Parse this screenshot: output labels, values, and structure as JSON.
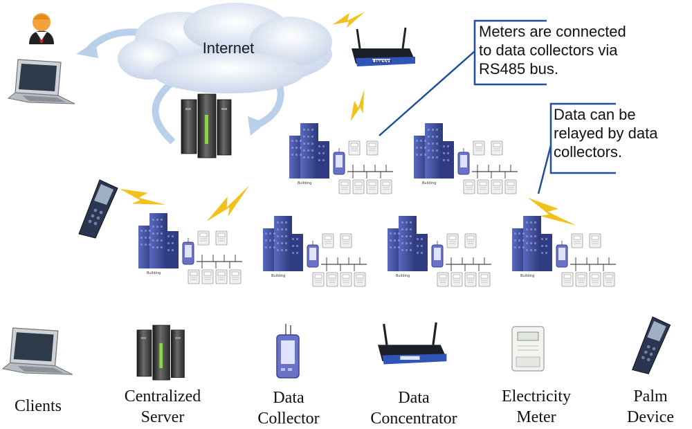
{
  "cloud": {
    "label": "Internet"
  },
  "callouts": [
    {
      "id": "meters",
      "text": "Meters are connected\nto data collectors via\nRS485 bus."
    },
    {
      "id": "relay",
      "text": "Data can be\nrelayed by data\ncollectors."
    }
  ],
  "legend": [
    {
      "icon": "laptop-icon",
      "label": "Clients"
    },
    {
      "icon": "server-icon",
      "label": "Centralized\nServer"
    },
    {
      "icon": "data-collector-icon",
      "label": "Data\nCollector"
    },
    {
      "icon": "router-icon",
      "label": "Data\nConcentrator"
    },
    {
      "icon": "electricity-meter-icon",
      "label": "Electricity\nMeter"
    },
    {
      "icon": "palm-device-icon",
      "label": "Palm\nDevice"
    }
  ],
  "building_caption": "Building",
  "router_brand": "LINKSYS",
  "colors": {
    "building": "#3b4a9c",
    "building_dark": "#25306e",
    "arrow": "#b9d0ea",
    "lightning": "#f2c21c",
    "callout_line": "#1f4e9a",
    "cloud": "#dfe7f3"
  }
}
